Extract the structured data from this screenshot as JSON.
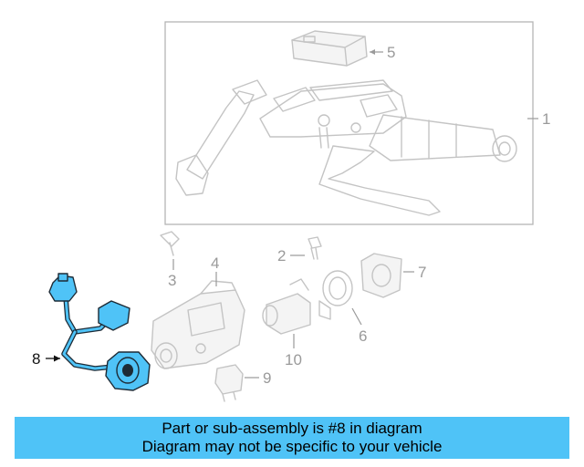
{
  "diagram": {
    "callouts": [
      {
        "id": "1",
        "label": "1"
      },
      {
        "id": "2",
        "label": "2"
      },
      {
        "id": "3",
        "label": "3"
      },
      {
        "id": "4",
        "label": "4"
      },
      {
        "id": "5",
        "label": "5"
      },
      {
        "id": "6",
        "label": "6"
      },
      {
        "id": "7",
        "label": "7"
      },
      {
        "id": "8",
        "label": "8"
      },
      {
        "id": "9",
        "label": "9"
      },
      {
        "id": "10",
        "label": "10"
      }
    ],
    "highlighted_part": "8",
    "colors": {
      "highlight": "#4fc3f7",
      "ghost_line": "#c4c4c4",
      "callout_text": "#9a9a9a"
    }
  },
  "banner": {
    "line1": "Part or sub-assembly is #8 in diagram",
    "line2": "Diagram may not be specific to your vehicle",
    "background": "#4fc3f7"
  }
}
